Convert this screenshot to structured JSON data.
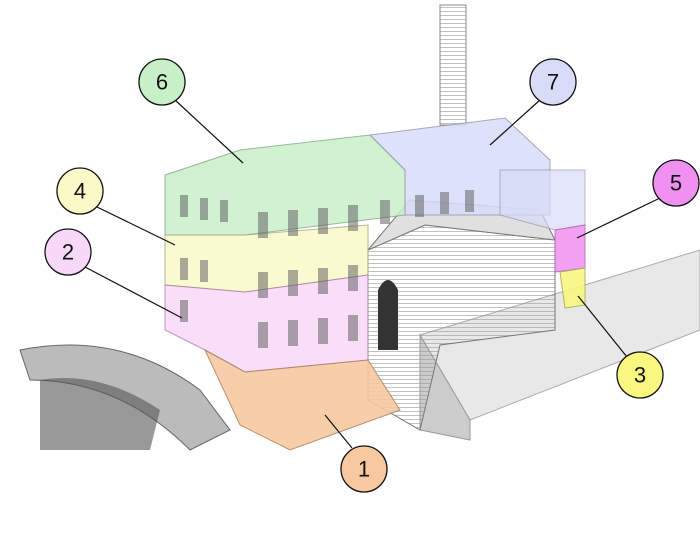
{
  "callouts": [
    {
      "number": "1",
      "color": "#f8c8a0"
    },
    {
      "number": "2",
      "color": "#f8d8f8"
    },
    {
      "number": "3",
      "color": "#f8f880"
    },
    {
      "number": "4",
      "color": "#fafac8"
    },
    {
      "number": "5",
      "color": "#f090f0"
    },
    {
      "number": "6",
      "color": "#c8f0c8"
    },
    {
      "number": "7",
      "color": "#d8dcf8"
    }
  ]
}
